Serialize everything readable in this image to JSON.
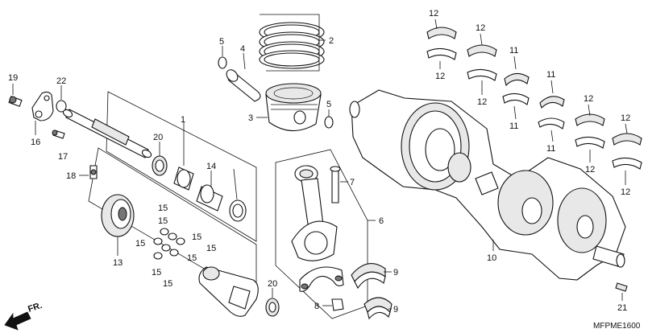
{
  "callouts": {
    "c1": "1",
    "c2": "2",
    "c3": "3",
    "c4": "4",
    "c5a": "5",
    "c5b": "5",
    "c6": "6",
    "c7": "7",
    "c8": "8",
    "c9a": "9",
    "c9b": "9",
    "c10": "10",
    "c11a": "11",
    "c11b": "11",
    "c11c": "11",
    "c11d": "11",
    "c12a": "12",
    "c12b": "12",
    "c12c": "12",
    "c12d": "12",
    "c12e": "12",
    "c12f": "12",
    "c12g": "12",
    "c12h": "12",
    "c13": "13",
    "c14": "14",
    "c15a": "15",
    "c15b": "15",
    "c15c": "15",
    "c15d": "15",
    "c15e": "15",
    "c15f": "15",
    "c15g": "15",
    "c16": "16",
    "c17": "17",
    "c18": "18",
    "c19": "19",
    "c20a": "20",
    "c20b": "20",
    "c21": "21",
    "c22": "22"
  },
  "direction_label": "FR.",
  "reference_code": "MFPME1600"
}
